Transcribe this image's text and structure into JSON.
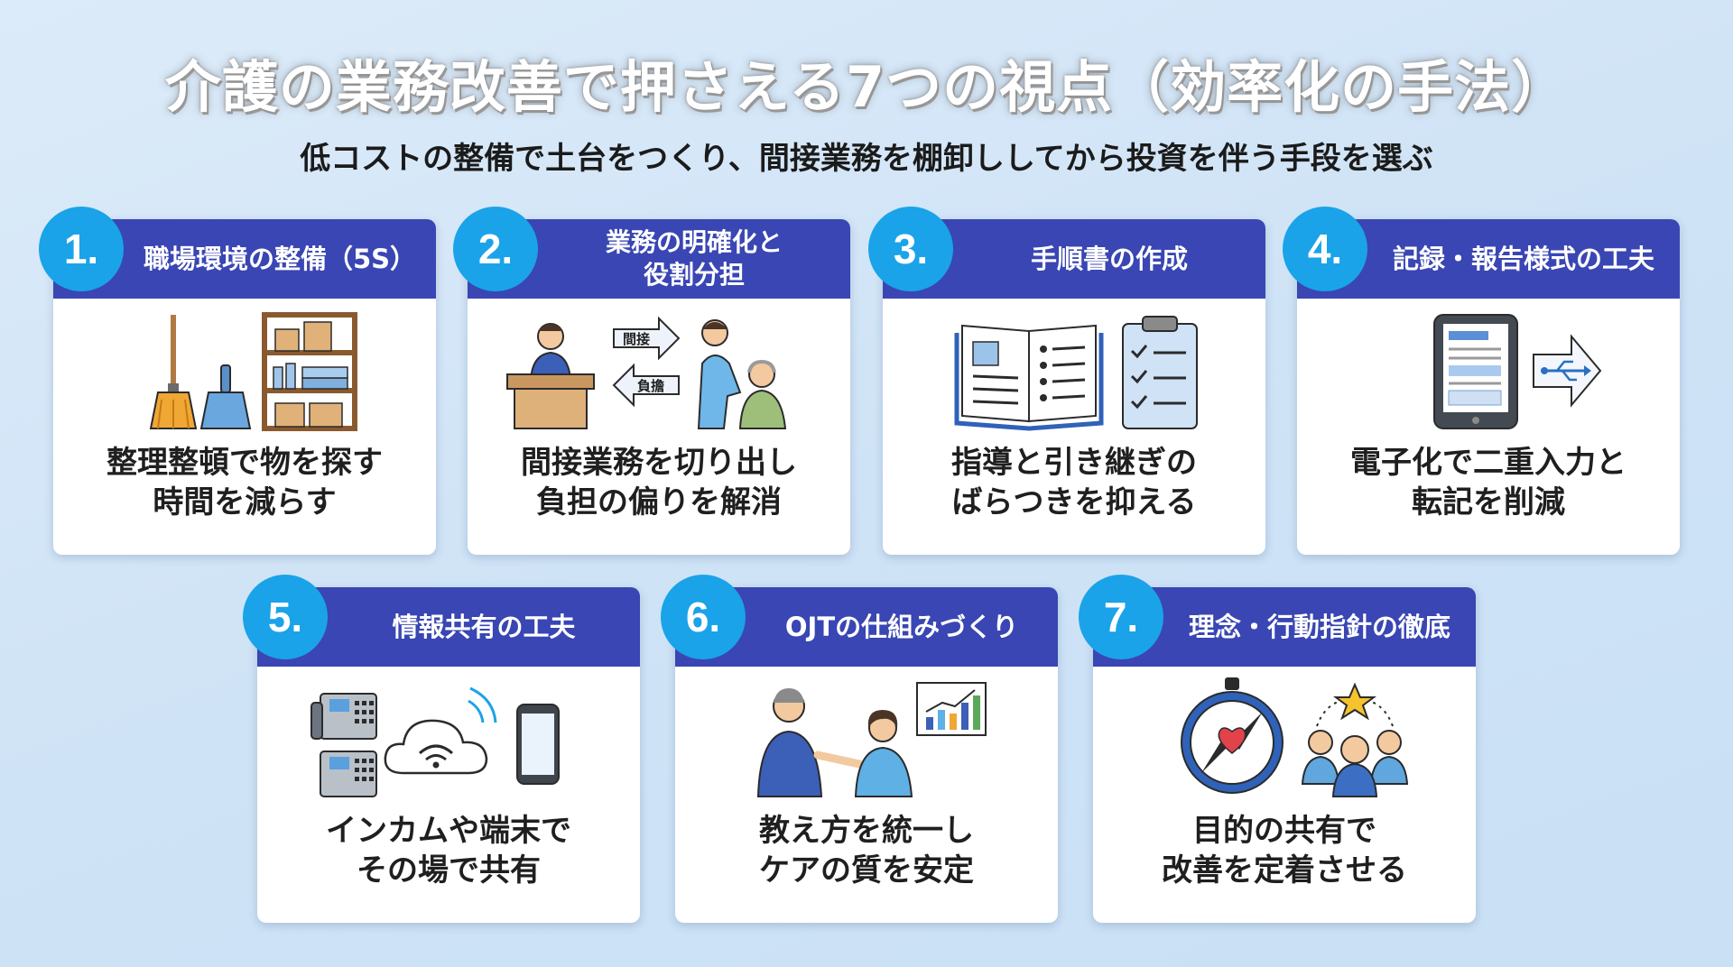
{
  "header": {
    "title": "介護の業務改善で押さえる7つの視点（効率化の手法）",
    "subtitle": "低コストの整備で土台をつくり、間接業務を棚卸ししてから投資を伴う手段を選ぶ"
  },
  "colors": {
    "header_band": "#3946b3",
    "number_badge": "#1aa3e8",
    "background": "#d3e6f7"
  },
  "cards": [
    {
      "number": "1.",
      "title": "職場環境の整備（5S）",
      "description": "整理整頓で物を探す\n時間を減らす",
      "icons": [
        "broom-icon",
        "dustpan-icon",
        "shelf-icon"
      ]
    },
    {
      "number": "2.",
      "title": "業務の明確化と\n役割分担",
      "description": "間接業務を切り出し\n負担の偏りを解消",
      "icons": [
        "staff-at-desk-icon",
        "arrow-right-icon",
        "arrow-left-icon",
        "caregiver-with-elder-icon"
      ],
      "arrow_labels": [
        "間接",
        "負擔"
      ]
    },
    {
      "number": "3.",
      "title": "手順書の作成",
      "description": "指導と引き継ぎの\nばらつきを抑える",
      "icons": [
        "open-manual-icon",
        "checklist-clipboard-icon"
      ]
    },
    {
      "number": "4.",
      "title": "記録・報告様式の工夫",
      "description": "電子化で二重入力と\n転記を削減",
      "icons": [
        "tablet-form-icon",
        "usb-transfer-arrow-icon"
      ]
    },
    {
      "number": "5.",
      "title": "情報共有の工夫",
      "description": "インカムや端末で\nその場で共有",
      "icons": [
        "desk-phone-icon",
        "desk-phone-icon",
        "cloud-wifi-icon",
        "smartphone-icon"
      ]
    },
    {
      "number": "6.",
      "title": "OJTの仕組みづくり",
      "description": "教え方を統一し\nケアの質を安定",
      "icons": [
        "mentor-icon",
        "trainee-icon",
        "growth-chart-icon"
      ]
    },
    {
      "number": "7.",
      "title": "理念・行動指針の徹底",
      "description": "目的の共有で\n改善を定着させる",
      "icons": [
        "compass-heart-icon",
        "team-star-icon"
      ]
    }
  ]
}
